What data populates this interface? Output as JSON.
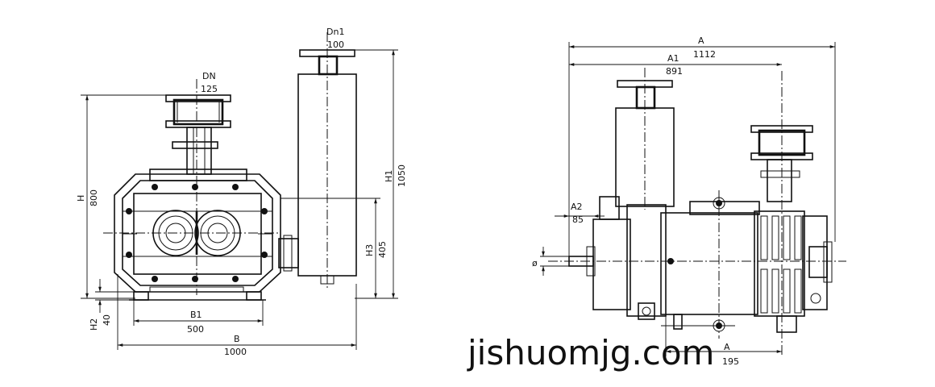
{
  "dimensions": {
    "dn1_label": "Dn1",
    "dn1_value": "100",
    "dn_label": "DN",
    "dn_value": "125",
    "h_label": "H",
    "h_value": "800",
    "h1_label": "H1",
    "h1_value": "1050",
    "h3_label": "H3",
    "h3_value": "405",
    "h2_label": "H2",
    "h2_value": "40",
    "b1_label": "B1",
    "b1_value": "500",
    "b_label": "B",
    "b_value": "1000",
    "a_label": "A",
    "a_value": "1112",
    "a1_label": "A1",
    "a1_value": "891",
    "a2_label": "A2",
    "a2_value": "85",
    "phi_label": "ø",
    "a3_label": "A",
    "a3_value": "195"
  },
  "watermark": "jishuomjg.com"
}
